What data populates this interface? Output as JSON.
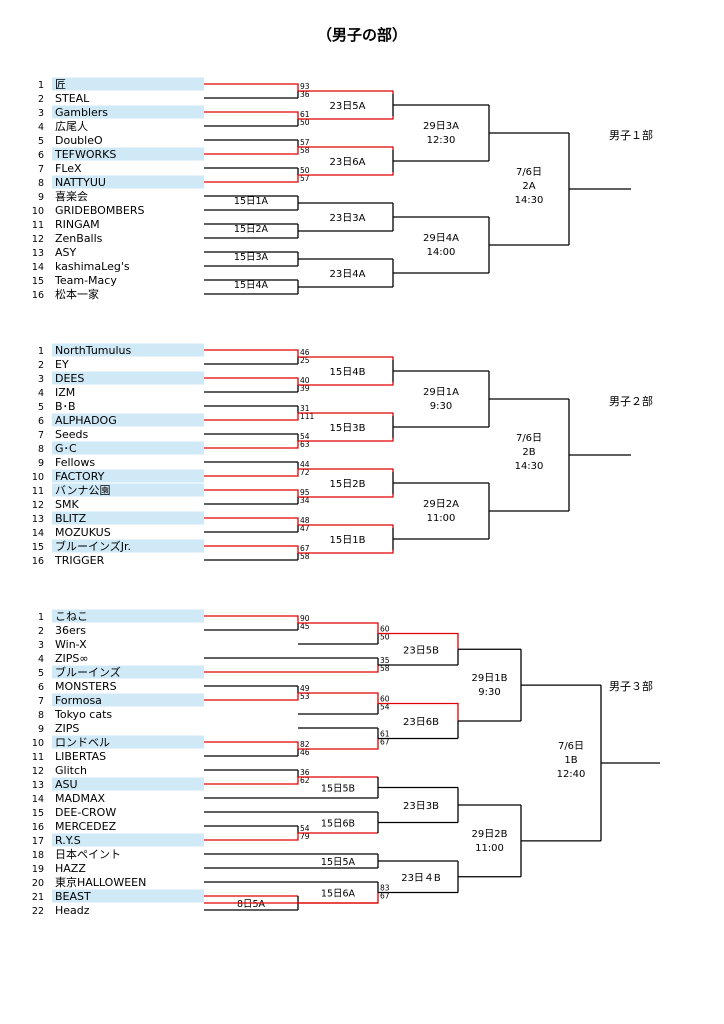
{
  "page_title": "（男子の部）",
  "colors": {
    "winner_line": "#e00000",
    "line": "#000000",
    "highlight": "#cfe9f7"
  },
  "sections": [
    {
      "title": "男子１部",
      "teams": [
        {
          "seed": "1",
          "name": "匠",
          "hl": true
        },
        {
          "seed": "2",
          "name": "STEAL",
          "hl": false
        },
        {
          "seed": "3",
          "name": "Gamblers",
          "hl": true
        },
        {
          "seed": "4",
          "name": "広尾人",
          "hl": false
        },
        {
          "seed": "5",
          "name": "DoubleO",
          "hl": false
        },
        {
          "seed": "6",
          "name": "TEFWORKS",
          "hl": true
        },
        {
          "seed": "7",
          "name": "FLeX",
          "hl": false
        },
        {
          "seed": "8",
          "name": "NATTYUU",
          "hl": true
        },
        {
          "seed": "9",
          "name": "喜楽会",
          "hl": false
        },
        {
          "seed": "10",
          "name": "GRIDEBOMBERS",
          "hl": false
        },
        {
          "seed": "11",
          "name": "RINGAM",
          "hl": false
        },
        {
          "seed": "12",
          "name": "ZenBalls",
          "hl": false
        },
        {
          "seed": "13",
          "name": "ASY",
          "hl": false
        },
        {
          "seed": "14",
          "name": "kashimaLeg's",
          "hl": false
        },
        {
          "seed": "15",
          "name": "Team-Macy",
          "hl": false
        },
        {
          "seed": "16",
          "name": "松本一家",
          "hl": false
        }
      ],
      "r1": [
        {
          "t": [
            0,
            1
          ],
          "label": "",
          "scores": [
            "93",
            "36"
          ],
          "win": 0
        },
        {
          "t": [
            2,
            3
          ],
          "label": "",
          "scores": [
            "61",
            "50"
          ],
          "win": 0
        },
        {
          "t": [
            4,
            5
          ],
          "label": "",
          "scores": [
            "57",
            "58"
          ],
          "win": 1
        },
        {
          "t": [
            6,
            7
          ],
          "label": "",
          "scores": [
            "50",
            "57"
          ],
          "win": 1
        },
        {
          "t": [
            8,
            9
          ],
          "label": "15日1A",
          "scores": [],
          "win": null
        },
        {
          "t": [
            10,
            11
          ],
          "label": "15日2A",
          "scores": [],
          "win": null
        },
        {
          "t": [
            12,
            13
          ],
          "label": "15日3A",
          "scores": [],
          "win": null
        },
        {
          "t": [
            14,
            15
          ],
          "label": "15日4A",
          "scores": [],
          "win": null
        }
      ],
      "r2": [
        {
          "label": "23日5A"
        },
        {
          "label": "23日6A"
        },
        {
          "label": "23日3A"
        },
        {
          "label": "23日4A"
        }
      ],
      "r3": [
        {
          "label1": "29日3A",
          "label2": "12:30"
        },
        {
          "label1": "29日4A",
          "label2": "14:00"
        }
      ],
      "final": {
        "label1": "7/6日",
        "label2": "2A",
        "label3": "14:30"
      }
    },
    {
      "title": "男子２部",
      "teams": [
        {
          "seed": "1",
          "name": "NorthTumulus",
          "hl": true
        },
        {
          "seed": "2",
          "name": "EY",
          "hl": false
        },
        {
          "seed": "3",
          "name": "DEES",
          "hl": true
        },
        {
          "seed": "4",
          "name": "IZM",
          "hl": false
        },
        {
          "seed": "5",
          "name": "B･B",
          "hl": false
        },
        {
          "seed": "6",
          "name": "ALPHADOG",
          "hl": true
        },
        {
          "seed": "7",
          "name": "Seeds",
          "hl": false
        },
        {
          "seed": "8",
          "name": "G･C",
          "hl": true
        },
        {
          "seed": "9",
          "name": "Fellows",
          "hl": false
        },
        {
          "seed": "10",
          "name": "FACTORY",
          "hl": true
        },
        {
          "seed": "11",
          "name": "バンナ公園",
          "hl": true
        },
        {
          "seed": "12",
          "name": "SMK",
          "hl": false
        },
        {
          "seed": "13",
          "name": "BLITZ",
          "hl": true
        },
        {
          "seed": "14",
          "name": "MOZUKUS",
          "hl": false
        },
        {
          "seed": "15",
          "name": "ブルーインズJr.",
          "hl": true
        },
        {
          "seed": "16",
          "name": "TRIGGER",
          "hl": false
        }
      ],
      "r1": [
        {
          "t": [
            0,
            1
          ],
          "label": "",
          "scores": [
            "46",
            "25"
          ],
          "win": 0
        },
        {
          "t": [
            2,
            3
          ],
          "label": "",
          "scores": [
            "40",
            "39"
          ],
          "win": 0
        },
        {
          "t": [
            4,
            5
          ],
          "label": "",
          "scores": [
            "31",
            "111"
          ],
          "win": 1
        },
        {
          "t": [
            6,
            7
          ],
          "label": "",
          "scores": [
            "54",
            "63"
          ],
          "win": 1
        },
        {
          "t": [
            8,
            9
          ],
          "label": "",
          "scores": [
            "44",
            "72"
          ],
          "win": 1
        },
        {
          "t": [
            10,
            11
          ],
          "label": "",
          "scores": [
            "95",
            "34"
          ],
          "win": 0
        },
        {
          "t": [
            12,
            13
          ],
          "label": "",
          "scores": [
            "48",
            "47"
          ],
          "win": 0
        },
        {
          "t": [
            14,
            15
          ],
          "label": "",
          "scores": [
            "67",
            "58"
          ],
          "win": 0
        }
      ],
      "r2": [
        {
          "label": "15日4B"
        },
        {
          "label": "15日3B"
        },
        {
          "label": "15日2B"
        },
        {
          "label": "15日1B"
        }
      ],
      "r3": [
        {
          "label1": "29日1A",
          "label2": "9:30"
        },
        {
          "label1": "29日2A",
          "label2": "11:00"
        }
      ],
      "final": {
        "label1": "7/6日",
        "label2": "2B",
        "label3": "14:30"
      }
    },
    {
      "title": "男子３部",
      "teams": [
        {
          "seed": "1",
          "name": "こねこ",
          "hl": true
        },
        {
          "seed": "2",
          "name": "36ers",
          "hl": false
        },
        {
          "seed": "3",
          "name": "Win-X",
          "hl": false
        },
        {
          "seed": "4",
          "name": "ZIPS∞",
          "hl": false
        },
        {
          "seed": "5",
          "name": "ブルーインズ",
          "hl": true
        },
        {
          "seed": "6",
          "name": "MONSTERS",
          "hl": false
        },
        {
          "seed": "7",
          "name": "Formosa",
          "hl": true
        },
        {
          "seed": "8",
          "name": "Tokyo cats",
          "hl": false
        },
        {
          "seed": "9",
          "name": "ZIPS",
          "hl": false
        },
        {
          "seed": "10",
          "name": "ロンドベル",
          "hl": true
        },
        {
          "seed": "11",
          "name": "LIBERTAS",
          "hl": false
        },
        {
          "seed": "12",
          "name": "Glitch",
          "hl": false
        },
        {
          "seed": "13",
          "name": "ASU",
          "hl": true
        },
        {
          "seed": "14",
          "name": "MADMAX",
          "hl": false
        },
        {
          "seed": "15",
          "name": "DEE-CROW",
          "hl": false
        },
        {
          "seed": "16",
          "name": "MERCEDEZ",
          "hl": false
        },
        {
          "seed": "17",
          "name": "R.Y.S",
          "hl": true
        },
        {
          "seed": "18",
          "name": "日本ペイント",
          "hl": false
        },
        {
          "seed": "19",
          "name": "HAZZ",
          "hl": false
        },
        {
          "seed": "20",
          "name": "東京HALLOWEEN",
          "hl": false
        },
        {
          "seed": "21",
          "name": "BEAST",
          "hl": true
        },
        {
          "seed": "22",
          "name": "Headz",
          "hl": false
        }
      ],
      "labels": {
        "m23_5B": "23日5B",
        "m23_6B": "23日6B",
        "m15_5B": "15日5B",
        "m15_6B": "15日6B",
        "m15_5A": "15日5A",
        "m15_6A": "15日6A",
        "m8_5A": "8日5A",
        "m23_3B": "23日3B",
        "m23_4B": "23日４B",
        "r3a1": "29日1B",
        "r3a2": "9:30",
        "r3b1": "29日2B",
        "r3b2": "11:00",
        "f1": "7/6日",
        "f2": "1B",
        "f3": "12:40"
      },
      "scores": {
        "a": [
          "90",
          "45"
        ],
        "b": [
          "60",
          "50"
        ],
        "c": [
          "35",
          "58"
        ],
        "d": [
          "49",
          "53"
        ],
        "e": [
          "60",
          "54"
        ],
        "f": [
          "82",
          "46"
        ],
        "g": [
          "61",
          "67"
        ],
        "h": [
          "36",
          "62"
        ],
        "i": [
          "54",
          "79"
        ],
        "j": [
          "83",
          "67"
        ]
      }
    }
  ]
}
